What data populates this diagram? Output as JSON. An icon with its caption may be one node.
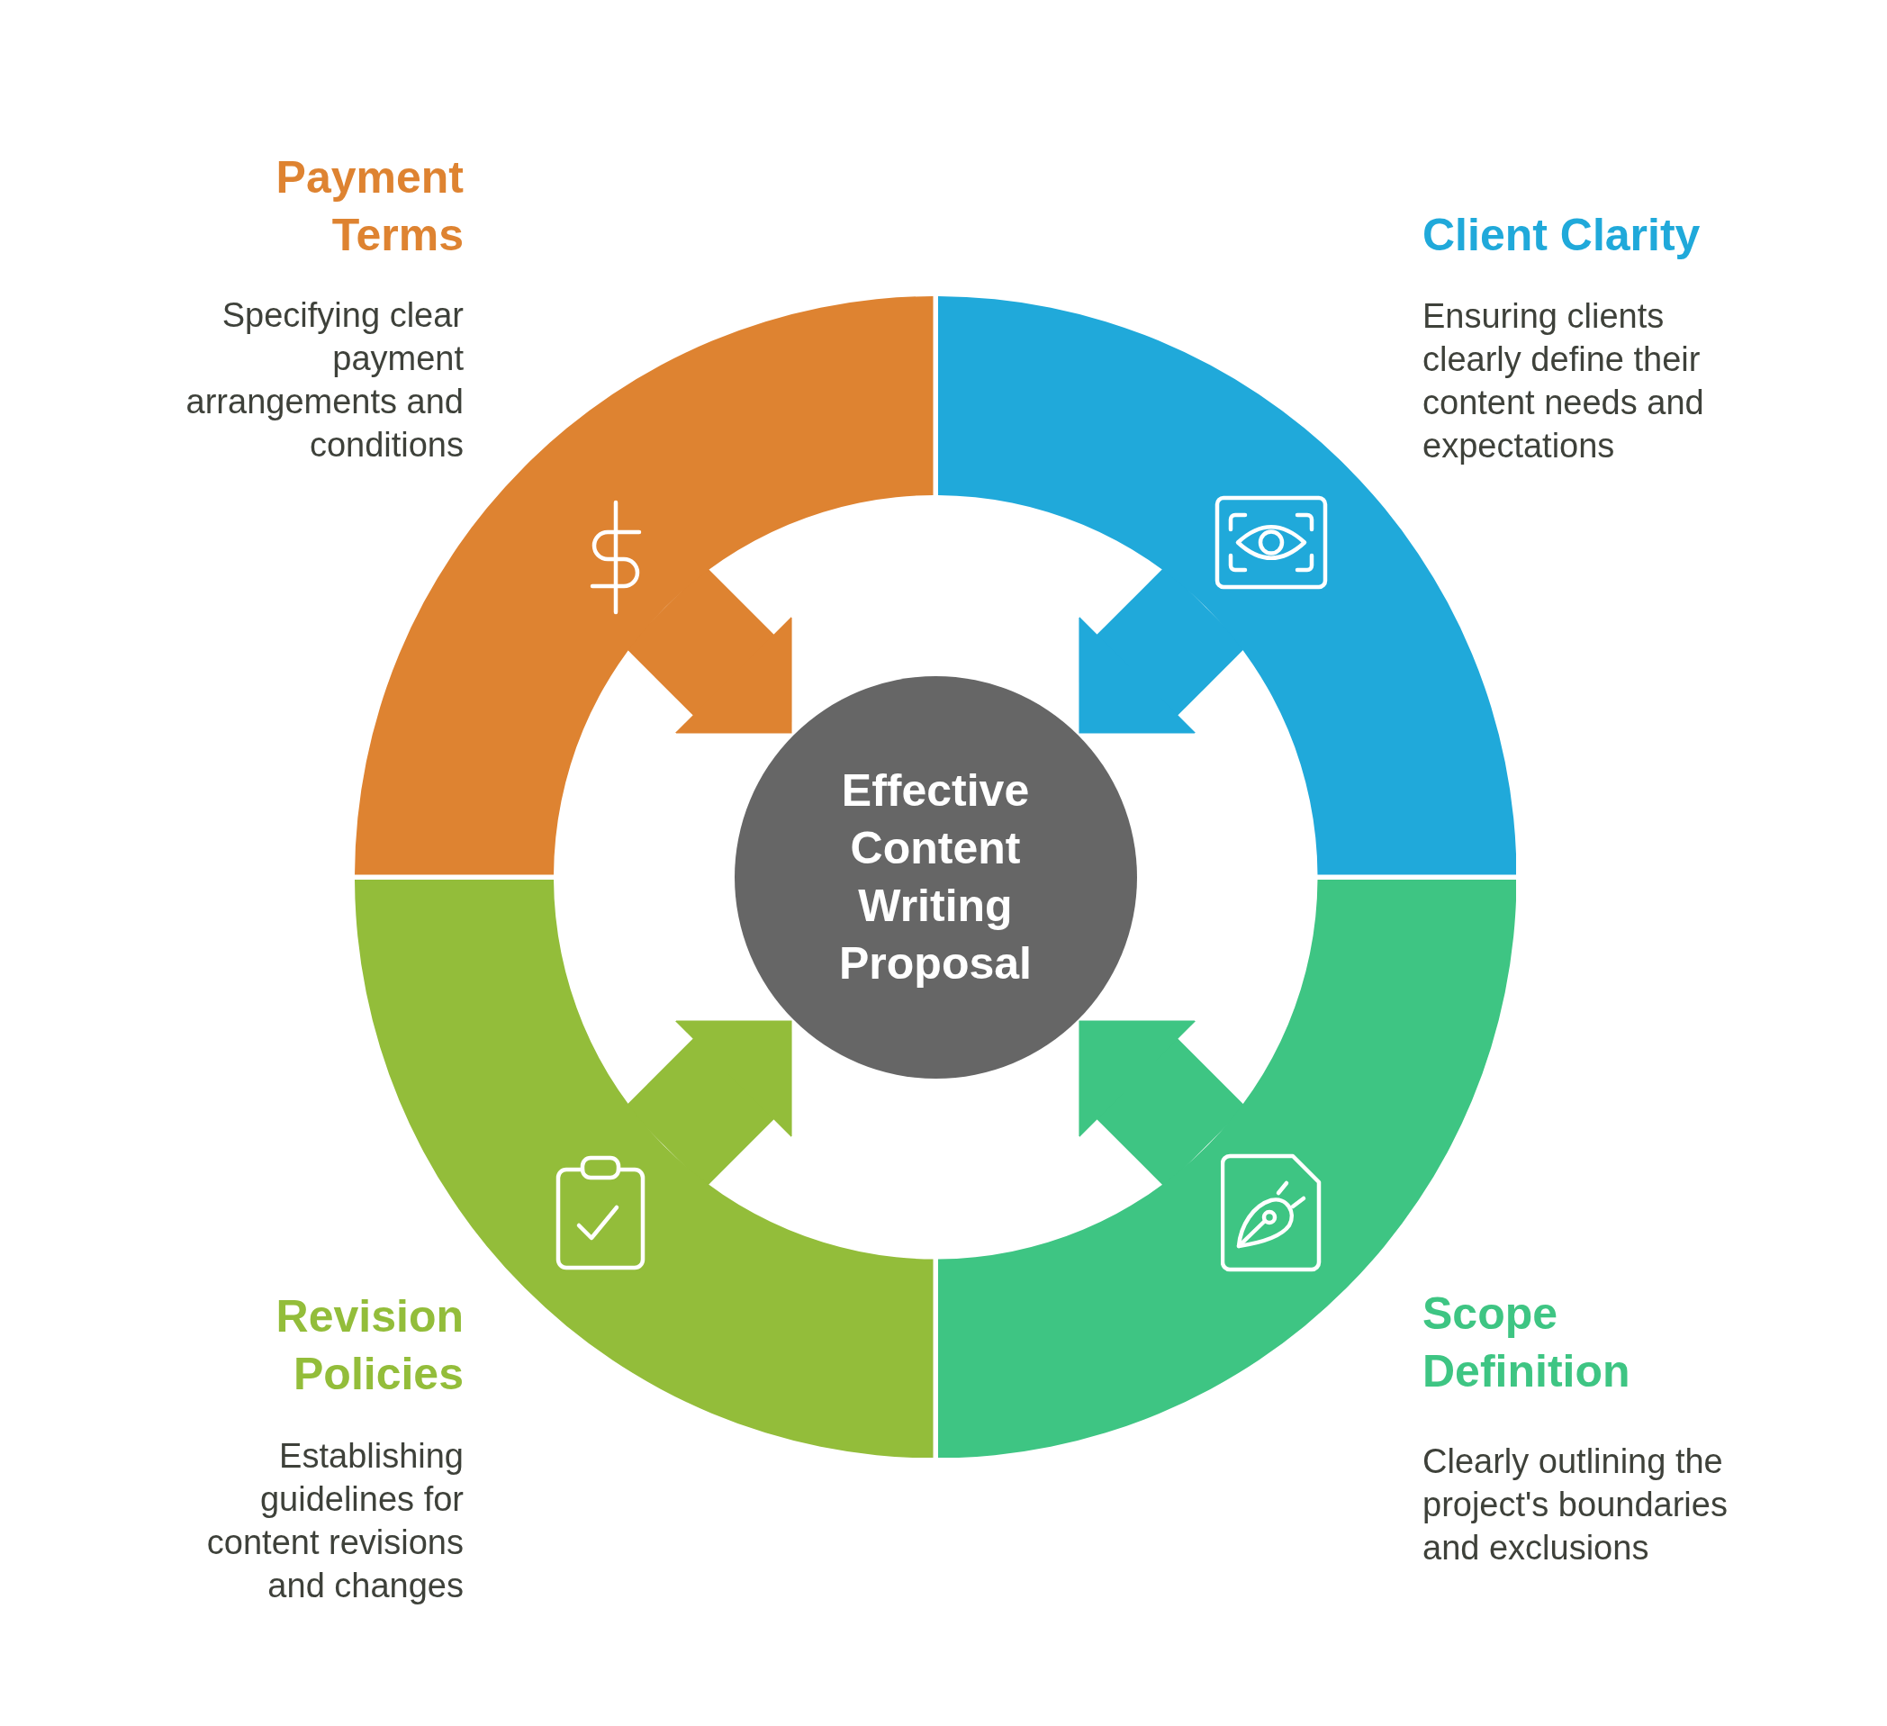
{
  "diagram": {
    "nodes": [
      {
        "text": [
          "Payment Terms",
          "Specifying clear payment arrangements and conditions"
        ]
      },
      {
        "text": [
          "Client Clarity",
          "Ensuring clients clearly define their content needs and expectations"
        ]
      },
      {
        "text": [
          "Effective Content Writing Proposal"
        ]
      },
      {
        "text": [
          "Revision Policies",
          "Establishing guidelines for content revisions and changes"
        ]
      },
      {
        "text": [
          "Scope Definition",
          "Clearly outlining the project's boundaries and exclusions"
        ]
      }
    ],
    "edges": [
      {
        "from": 0,
        "to": 2,
        "arrow": "to",
        "color": "#de8331"
      },
      {
        "from": 1,
        "to": 2,
        "arrow": "to",
        "color": "#20a9da"
      },
      {
        "from": 3,
        "to": 2,
        "arrow": "to",
        "color": "#93bd3a"
      },
      {
        "from": 4,
        "to": 2,
        "arrow": "to",
        "color": "#3ec583"
      }
    ]
  }
}
